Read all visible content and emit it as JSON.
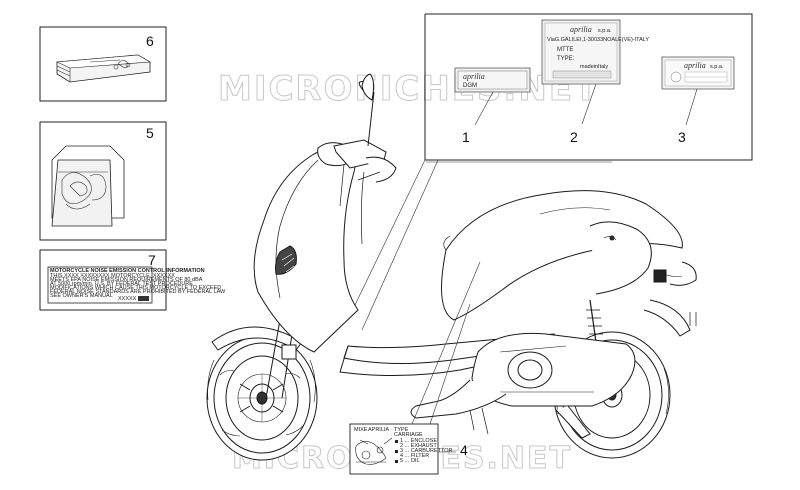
{
  "watermark": "MICROFICHES.NET",
  "callouts": [
    "1",
    "2",
    "3",
    "4",
    "5",
    "6",
    "7"
  ],
  "label1": {
    "brand": "aprilia",
    "code": "DGM"
  },
  "label2": {
    "brand": "aprilia",
    "suffix": "s.p.a.",
    "address": "ViaG.GALILEI,1-30033NOALE(VE)-ITALY",
    "line1": "MTTE",
    "line2": "TYPE:",
    "made": "madeinItaly"
  },
  "label3": {
    "brand": "aprilia",
    "suffix": "s.p.a."
  },
  "label7": {
    "title": "MOTORCYCLE NOISE EMISSION CONTROL INFORMATION",
    "lines": [
      "THIS XXXX XXXXXXXX MOTORCYCLE, XXXXXX",
      "MEETS EPA NOISE EMISSION REQUIREMENTS OF 80 dBA",
      "AT 5000 rpm/min. U.S. BY FEDERAL TEST PROCEDURE",
      "MODIFICATIONS WHICH CAUSE THIS MOTORCYCLE TO EXCEED",
      "FEDERAL NOISE STANDARDS ARE PROHIBITED BY FEDERAL LAW",
      "SEE OWNER'S MANUAL"
    ],
    "code": "XXXXX"
  },
  "label4": {
    "left_header": "MIXE",
    "left_sub": "APRILIA",
    "right_header": "TYPE",
    "right_sub": "CARRIAGE",
    "right_lines": [
      "1 ... ENCLOSE",
      "2 ... EXHAUST",
      "3 ... CARBURETTOR",
      "4 ... FILTER",
      "5 ... OIL"
    ]
  }
}
